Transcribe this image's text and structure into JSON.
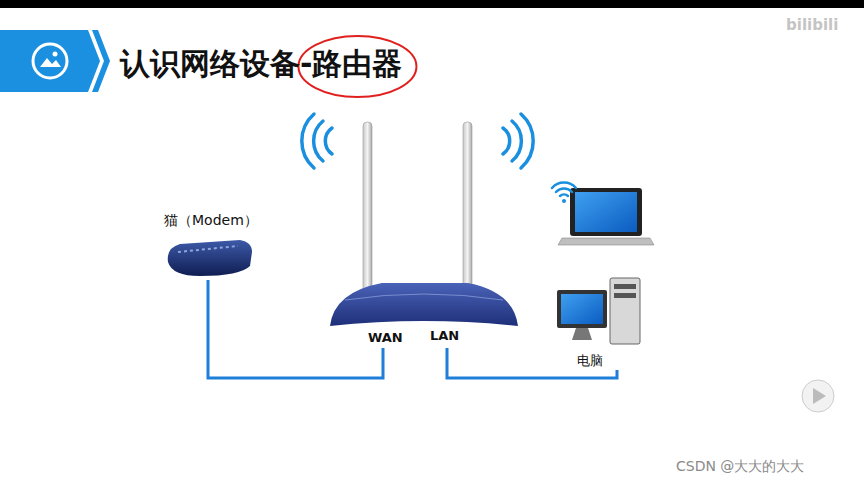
{
  "diagram": {
    "title": "认识网络设备-路由器",
    "nodes": [
      {
        "text": [
          "猫（Modem）"
        ]
      },
      {
        "text": [
          "WAN",
          "LAN"
        ]
      },
      {
        "text": [
          "电脑"
        ]
      }
    ],
    "edges": [
      {
        "from": 0,
        "to": 1,
        "arrow": "none"
      },
      {
        "from": 1,
        "to": 2,
        "arrow": "none"
      }
    ],
    "labels": [
      "bilibili",
      "CSDN @大大的大大"
    ]
  }
}
